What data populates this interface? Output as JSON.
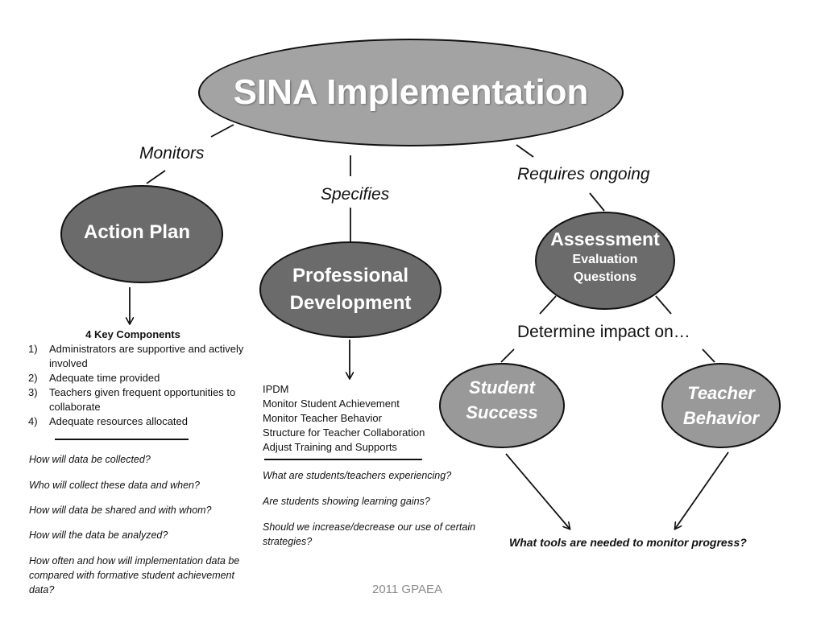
{
  "title": "SINA Implementation",
  "links": {
    "monitors": "Monitors",
    "specifies": "Specifies",
    "requires": "Requires ongoing",
    "determine": "Determine impact on…"
  },
  "nodes": {
    "action_plan": "Action Plan",
    "pd_line1": "Professional",
    "pd_line2": "Development",
    "assessment": "Assessment",
    "assessment_sub1": "Evaluation",
    "assessment_sub2": "Questions",
    "student_line1": "Student",
    "student_line2": "Success",
    "teacher_line1": "Teacher",
    "teacher_line2": "Behavior"
  },
  "action_plan_details": {
    "heading": "4 Key Components",
    "items": [
      {
        "num": "1)",
        "text": "Administrators are supportive and actively involved"
      },
      {
        "num": "2)",
        "text": "Adequate time provided"
      },
      {
        "num": "3)",
        "text": "Teachers given frequent opportunities to collaborate"
      },
      {
        "num": "4)",
        "text": "Adequate resources allocated"
      }
    ],
    "questions": [
      "How will data be collected?",
      "Who will collect these data and when?",
      "How will data be shared and with whom?",
      "How will the data be analyzed?",
      "How often and how will implementation data be compared with formative student achievement data?"
    ]
  },
  "pd_details": {
    "items": [
      "IPDM",
      "Monitor Student  Achievement",
      "Monitor Teacher  Behavior",
      "Structure for Teacher Collaboration",
      "Adjust Training and Supports"
    ],
    "questions": [
      "What are students/teachers experiencing?",
      "Are students showing learning gains?",
      "Should we increase/decrease our use of certain strategies?"
    ]
  },
  "tools_question": "What tools are needed to monitor progress?",
  "footer": "2011 GPAEA",
  "colors": {
    "title_oval": "#a3a3a3",
    "dark_oval": "#6b6b6b",
    "light_oval": "#999999",
    "outline": "#111111"
  }
}
